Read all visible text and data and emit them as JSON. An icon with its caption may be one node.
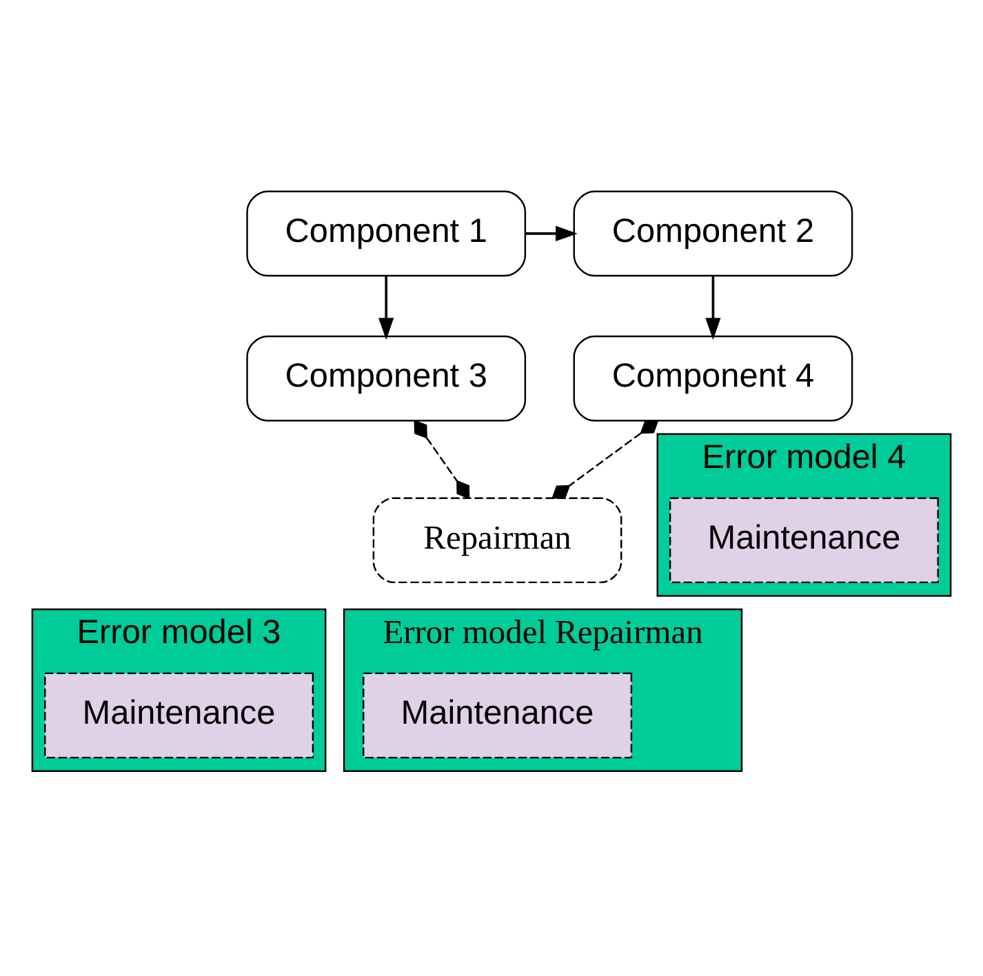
{
  "diagram": {
    "nodes": [
      {
        "text": [
          "Component 1"
        ]
      },
      {
        "text": [
          "Component 2"
        ]
      },
      {
        "text": [
          "Component 3"
        ]
      },
      {
        "text": [
          "Error model 3"
        ]
      },
      {
        "text": [
          "Maintenance"
        ],
        "in": 3
      },
      {
        "text": [
          "Component 4"
        ]
      },
      {
        "text": [
          "Error model 4"
        ]
      },
      {
        "text": [
          "Maintenance"
        ],
        "in": 6
      },
      {
        "text": [
          "Repairman"
        ]
      },
      {
        "text": [
          "Error model Repairman"
        ]
      },
      {
        "text": [
          "Maintenance"
        ],
        "in": 9
      }
    ],
    "edges": [
      {
        "from": 0,
        "to": 1,
        "arrow": "to"
      },
      {
        "from": 0,
        "to": 2,
        "arrow": "to"
      },
      {
        "from": 1,
        "to": 5,
        "arrow": "to"
      },
      {
        "from": 2,
        "to": 8,
        "arrow": "other",
        "style": "dashed"
      },
      {
        "from": 5,
        "to": 8,
        "arrow": "other",
        "style": "dashed"
      }
    ]
  }
}
